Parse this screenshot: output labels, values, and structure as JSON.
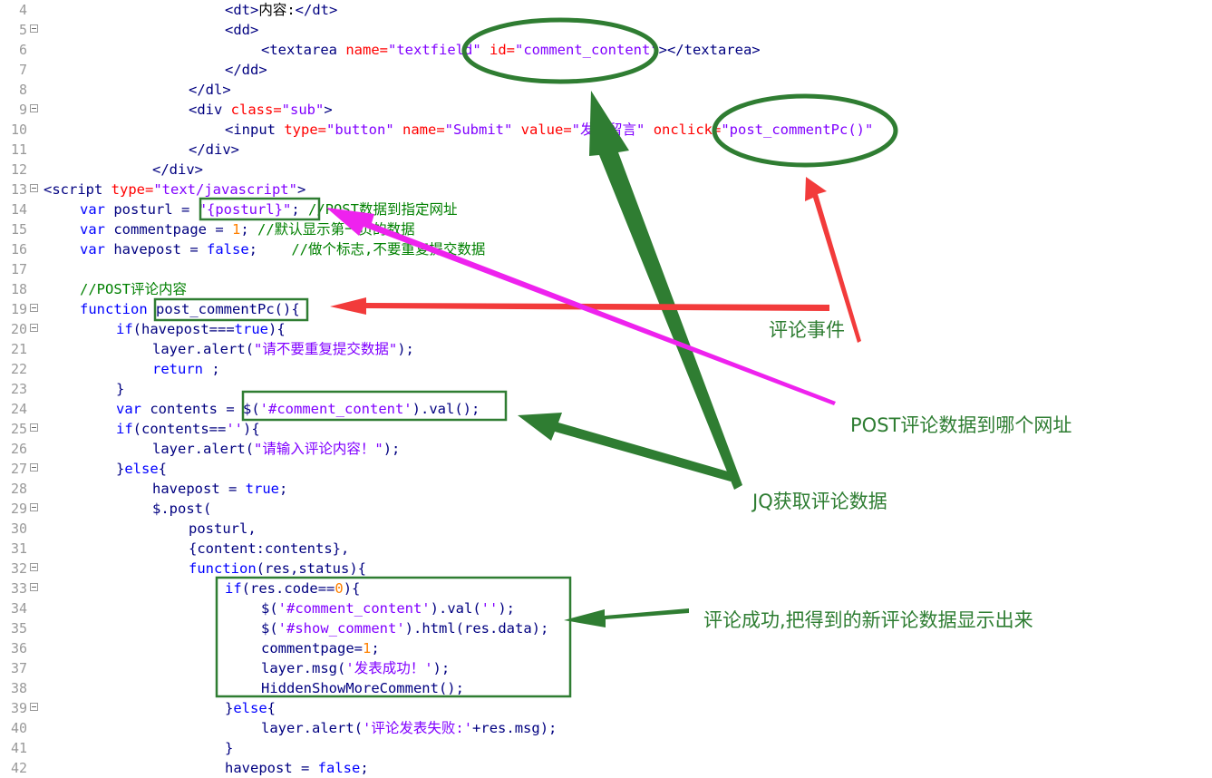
{
  "editor": {
    "lines": [
      {
        "n": "4",
        "fold": false,
        "indent": 5,
        "tokens": [
          [
            "t-tag",
            "<dt>"
          ],
          [
            "t-txt",
            "内容:"
          ],
          [
            "t-tag",
            "</dt>"
          ]
        ]
      },
      {
        "n": "5",
        "fold": true,
        "indent": 5,
        "tokens": [
          [
            "t-tag",
            "<dd>"
          ]
        ]
      },
      {
        "n": "6",
        "fold": false,
        "indent": 6,
        "tokens": [
          [
            "t-tag",
            "<textarea "
          ],
          [
            "t-attr",
            "name="
          ],
          [
            "t-str",
            "\"textfield\""
          ],
          [
            "t-tag",
            " "
          ],
          [
            "t-attr",
            "id="
          ],
          [
            "t-str",
            "\"comment_content\""
          ],
          [
            "t-tag",
            "></textarea>"
          ]
        ]
      },
      {
        "n": "7",
        "fold": false,
        "indent": 5,
        "tokens": [
          [
            "t-tag",
            "</dd>"
          ]
        ]
      },
      {
        "n": "8",
        "fold": false,
        "indent": 4,
        "tokens": [
          [
            "t-tag",
            "</dl>"
          ]
        ]
      },
      {
        "n": "9",
        "fold": true,
        "indent": 4,
        "tokens": [
          [
            "t-tag",
            "<div "
          ],
          [
            "t-attr",
            "class="
          ],
          [
            "t-str",
            "\"sub\""
          ],
          [
            "t-tag",
            ">"
          ]
        ]
      },
      {
        "n": "10",
        "fold": false,
        "indent": 5,
        "tokens": [
          [
            "t-tag",
            "<input "
          ],
          [
            "t-attr",
            "type="
          ],
          [
            "t-str",
            "\"button\""
          ],
          [
            "t-tag",
            " "
          ],
          [
            "t-attr",
            "name="
          ],
          [
            "t-str",
            "\"Submit\""
          ],
          [
            "t-tag",
            " "
          ],
          [
            "t-attr",
            "value="
          ],
          [
            "t-str",
            "\"发表留言\""
          ],
          [
            "t-tag",
            " "
          ],
          [
            "t-attr",
            "onclick="
          ],
          [
            "t-str",
            "\"post_commentPc()\""
          ]
        ]
      },
      {
        "n": "11",
        "fold": false,
        "indent": 4,
        "tokens": [
          [
            "t-tag",
            "</div>"
          ]
        ]
      },
      {
        "n": "12",
        "fold": false,
        "indent": 3,
        "tokens": [
          [
            "t-tag",
            "</div>"
          ]
        ]
      },
      {
        "n": "13",
        "fold": true,
        "indent": 0,
        "tokens": [
          [
            "t-tag",
            "<script "
          ],
          [
            "t-attr",
            "type="
          ],
          [
            "t-str",
            "\"text/javascript\""
          ],
          [
            "t-tag",
            ">"
          ]
        ]
      },
      {
        "n": "14",
        "fold": false,
        "indent": 1,
        "tokens": [
          [
            "t-kw",
            "var "
          ],
          [
            "t-fn",
            "posturl "
          ],
          [
            "t-op",
            "= "
          ],
          [
            "t-str",
            "\"{posturl}\""
          ],
          [
            "t-op",
            "; "
          ],
          [
            "t-cmt",
            "//POST数据到指定网址"
          ]
        ]
      },
      {
        "n": "15",
        "fold": false,
        "indent": 1,
        "tokens": [
          [
            "t-kw",
            "var "
          ],
          [
            "t-fn",
            "commentpage "
          ],
          [
            "t-op",
            "= "
          ],
          [
            "t-num",
            "1"
          ],
          [
            "t-op",
            "; "
          ],
          [
            "t-cmt",
            "//默认显示第一页的数据"
          ]
        ]
      },
      {
        "n": "16",
        "fold": false,
        "indent": 1,
        "tokens": [
          [
            "t-kw",
            "var "
          ],
          [
            "t-fn",
            "havepost "
          ],
          [
            "t-op",
            "= "
          ],
          [
            "t-kw",
            "false"
          ],
          [
            "t-op",
            ";    "
          ],
          [
            "t-cmt",
            "//做个标志,不要重复提交数据"
          ]
        ]
      },
      {
        "n": "17",
        "fold": false,
        "indent": 0,
        "tokens": []
      },
      {
        "n": "18",
        "fold": false,
        "indent": 1,
        "tokens": [
          [
            "t-cmt",
            "//POST评论内容"
          ]
        ]
      },
      {
        "n": "19",
        "fold": true,
        "indent": 1,
        "tokens": [
          [
            "t-kw",
            "function "
          ],
          [
            "t-fn",
            "post_commentPc"
          ],
          [
            "t-op",
            "(){"
          ]
        ]
      },
      {
        "n": "20",
        "fold": true,
        "indent": 2,
        "tokens": [
          [
            "t-kw",
            "if"
          ],
          [
            "t-op",
            "("
          ],
          [
            "t-fn",
            "havepost"
          ],
          [
            "t-op",
            "==="
          ],
          [
            "t-kw",
            "true"
          ],
          [
            "t-op",
            "){"
          ]
        ]
      },
      {
        "n": "21",
        "fold": false,
        "indent": 3,
        "tokens": [
          [
            "t-fn",
            "layer"
          ],
          [
            "t-op",
            "."
          ],
          [
            "t-fn",
            "alert"
          ],
          [
            "t-op",
            "("
          ],
          [
            "t-str",
            "\"请不要重复提交数据\""
          ],
          [
            "t-op",
            ");"
          ]
        ]
      },
      {
        "n": "22",
        "fold": false,
        "indent": 3,
        "tokens": [
          [
            "t-kw",
            "return "
          ],
          [
            "t-op",
            ";"
          ]
        ]
      },
      {
        "n": "23",
        "fold": false,
        "indent": 2,
        "tokens": [
          [
            "t-op",
            "}"
          ]
        ]
      },
      {
        "n": "24",
        "fold": false,
        "indent": 2,
        "tokens": [
          [
            "t-kw",
            "var "
          ],
          [
            "t-fn",
            "contents "
          ],
          [
            "t-op",
            "= "
          ],
          [
            "t-op",
            "$("
          ],
          [
            "t-str",
            "'#comment_content'"
          ],
          [
            "t-op",
            ")."
          ],
          [
            "t-fn",
            "val"
          ],
          [
            "t-op",
            "();"
          ]
        ]
      },
      {
        "n": "25",
        "fold": true,
        "indent": 2,
        "tokens": [
          [
            "t-kw",
            "if"
          ],
          [
            "t-op",
            "("
          ],
          [
            "t-fn",
            "contents"
          ],
          [
            "t-op",
            "=="
          ],
          [
            "t-str",
            "''"
          ],
          [
            "t-op",
            "){"
          ]
        ]
      },
      {
        "n": "26",
        "fold": false,
        "indent": 3,
        "tokens": [
          [
            "t-fn",
            "layer"
          ],
          [
            "t-op",
            "."
          ],
          [
            "t-fn",
            "alert"
          ],
          [
            "t-op",
            "("
          ],
          [
            "t-str",
            "\"请输入评论内容！\""
          ],
          [
            "t-op",
            ");"
          ]
        ]
      },
      {
        "n": "27",
        "fold": true,
        "indent": 2,
        "tokens": [
          [
            "t-op",
            "}"
          ],
          [
            "t-kw",
            "else"
          ],
          [
            "t-op",
            "{"
          ]
        ]
      },
      {
        "n": "28",
        "fold": false,
        "indent": 3,
        "tokens": [
          [
            "t-fn",
            "havepost "
          ],
          [
            "t-op",
            "= "
          ],
          [
            "t-kw",
            "true"
          ],
          [
            "t-op",
            ";"
          ]
        ]
      },
      {
        "n": "29",
        "fold": true,
        "indent": 3,
        "tokens": [
          [
            "t-op",
            "$."
          ],
          [
            "t-fn",
            "post"
          ],
          [
            "t-op",
            "("
          ]
        ]
      },
      {
        "n": "30",
        "fold": false,
        "indent": 4,
        "tokens": [
          [
            "t-fn",
            "posturl"
          ],
          [
            "t-op",
            ","
          ]
        ]
      },
      {
        "n": "31",
        "fold": false,
        "indent": 4,
        "tokens": [
          [
            "t-op",
            "{"
          ],
          [
            "t-fn",
            "content"
          ],
          [
            "t-op",
            ":"
          ],
          [
            "t-fn",
            "contents"
          ],
          [
            "t-op",
            "},"
          ]
        ]
      },
      {
        "n": "32",
        "fold": true,
        "indent": 4,
        "tokens": [
          [
            "t-kw",
            "function"
          ],
          [
            "t-op",
            "("
          ],
          [
            "t-fn",
            "res"
          ],
          [
            "t-op",
            ","
          ],
          [
            "t-fn",
            "status"
          ],
          [
            "t-op",
            "){"
          ]
        ]
      },
      {
        "n": "33",
        "fold": true,
        "indent": 5,
        "tokens": [
          [
            "t-kw",
            "if"
          ],
          [
            "t-op",
            "("
          ],
          [
            "t-fn",
            "res"
          ],
          [
            "t-op",
            "."
          ],
          [
            "t-fn",
            "code"
          ],
          [
            "t-op",
            "=="
          ],
          [
            "t-num",
            "0"
          ],
          [
            "t-op",
            "){"
          ]
        ]
      },
      {
        "n": "34",
        "fold": false,
        "indent": 6,
        "tokens": [
          [
            "t-op",
            "$("
          ],
          [
            "t-str",
            "'#comment_content'"
          ],
          [
            "t-op",
            ")."
          ],
          [
            "t-fn",
            "val"
          ],
          [
            "t-op",
            "("
          ],
          [
            "t-str",
            "''"
          ],
          [
            "t-op",
            ");"
          ]
        ]
      },
      {
        "n": "35",
        "fold": false,
        "indent": 6,
        "tokens": [
          [
            "t-op",
            "$("
          ],
          [
            "t-str",
            "'#show_comment'"
          ],
          [
            "t-op",
            ")."
          ],
          [
            "t-fn",
            "html"
          ],
          [
            "t-op",
            "("
          ],
          [
            "t-fn",
            "res"
          ],
          [
            "t-op",
            "."
          ],
          [
            "t-fn",
            "data"
          ],
          [
            "t-op",
            ");"
          ]
        ]
      },
      {
        "n": "36",
        "fold": false,
        "indent": 6,
        "tokens": [
          [
            "t-fn",
            "commentpage"
          ],
          [
            "t-op",
            "="
          ],
          [
            "t-num",
            "1"
          ],
          [
            "t-op",
            ";"
          ]
        ]
      },
      {
        "n": "37",
        "fold": false,
        "indent": 6,
        "tokens": [
          [
            "t-fn",
            "layer"
          ],
          [
            "t-op",
            "."
          ],
          [
            "t-fn",
            "msg"
          ],
          [
            "t-op",
            "("
          ],
          [
            "t-str",
            "'发表成功！'"
          ],
          [
            "t-op",
            ");"
          ]
        ]
      },
      {
        "n": "38",
        "fold": false,
        "indent": 6,
        "tokens": [
          [
            "t-fn",
            "HiddenShowMoreComment"
          ],
          [
            "t-op",
            "();"
          ]
        ]
      },
      {
        "n": "39",
        "fold": true,
        "indent": 5,
        "tokens": [
          [
            "t-op",
            "}"
          ],
          [
            "t-kw",
            "else"
          ],
          [
            "t-op",
            "{"
          ]
        ]
      },
      {
        "n": "40",
        "fold": false,
        "indent": 6,
        "tokens": [
          [
            "t-fn",
            "layer"
          ],
          [
            "t-op",
            "."
          ],
          [
            "t-fn",
            "alert"
          ],
          [
            "t-op",
            "("
          ],
          [
            "t-str",
            "'评论发表失败:'"
          ],
          [
            "t-op",
            "+"
          ],
          [
            "t-fn",
            "res"
          ],
          [
            "t-op",
            "."
          ],
          [
            "t-fn",
            "msg"
          ],
          [
            "t-op",
            ");"
          ]
        ]
      },
      {
        "n": "41",
        "fold": false,
        "indent": 5,
        "tokens": [
          [
            "t-op",
            "}"
          ]
        ]
      },
      {
        "n": "42",
        "fold": false,
        "indent": 5,
        "tokens": [
          [
            "t-fn",
            "havepost "
          ],
          [
            "t-op",
            "= "
          ],
          [
            "t-kw",
            "false"
          ],
          [
            "t-op",
            ";"
          ]
        ]
      }
    ]
  },
  "annotations": {
    "comment_event": "评论事件",
    "post_url": "POST评论数据到哪个网址",
    "jq_get": "JQ获取评论数据",
    "success": "评论成功,把得到的新评论数据显示出来"
  },
  "colors": {
    "annotation_green": "#2e7d32",
    "arrow_red": "#f23b3b",
    "arrow_magenta": "#ee22ee",
    "box_green": "#2f7d32"
  }
}
